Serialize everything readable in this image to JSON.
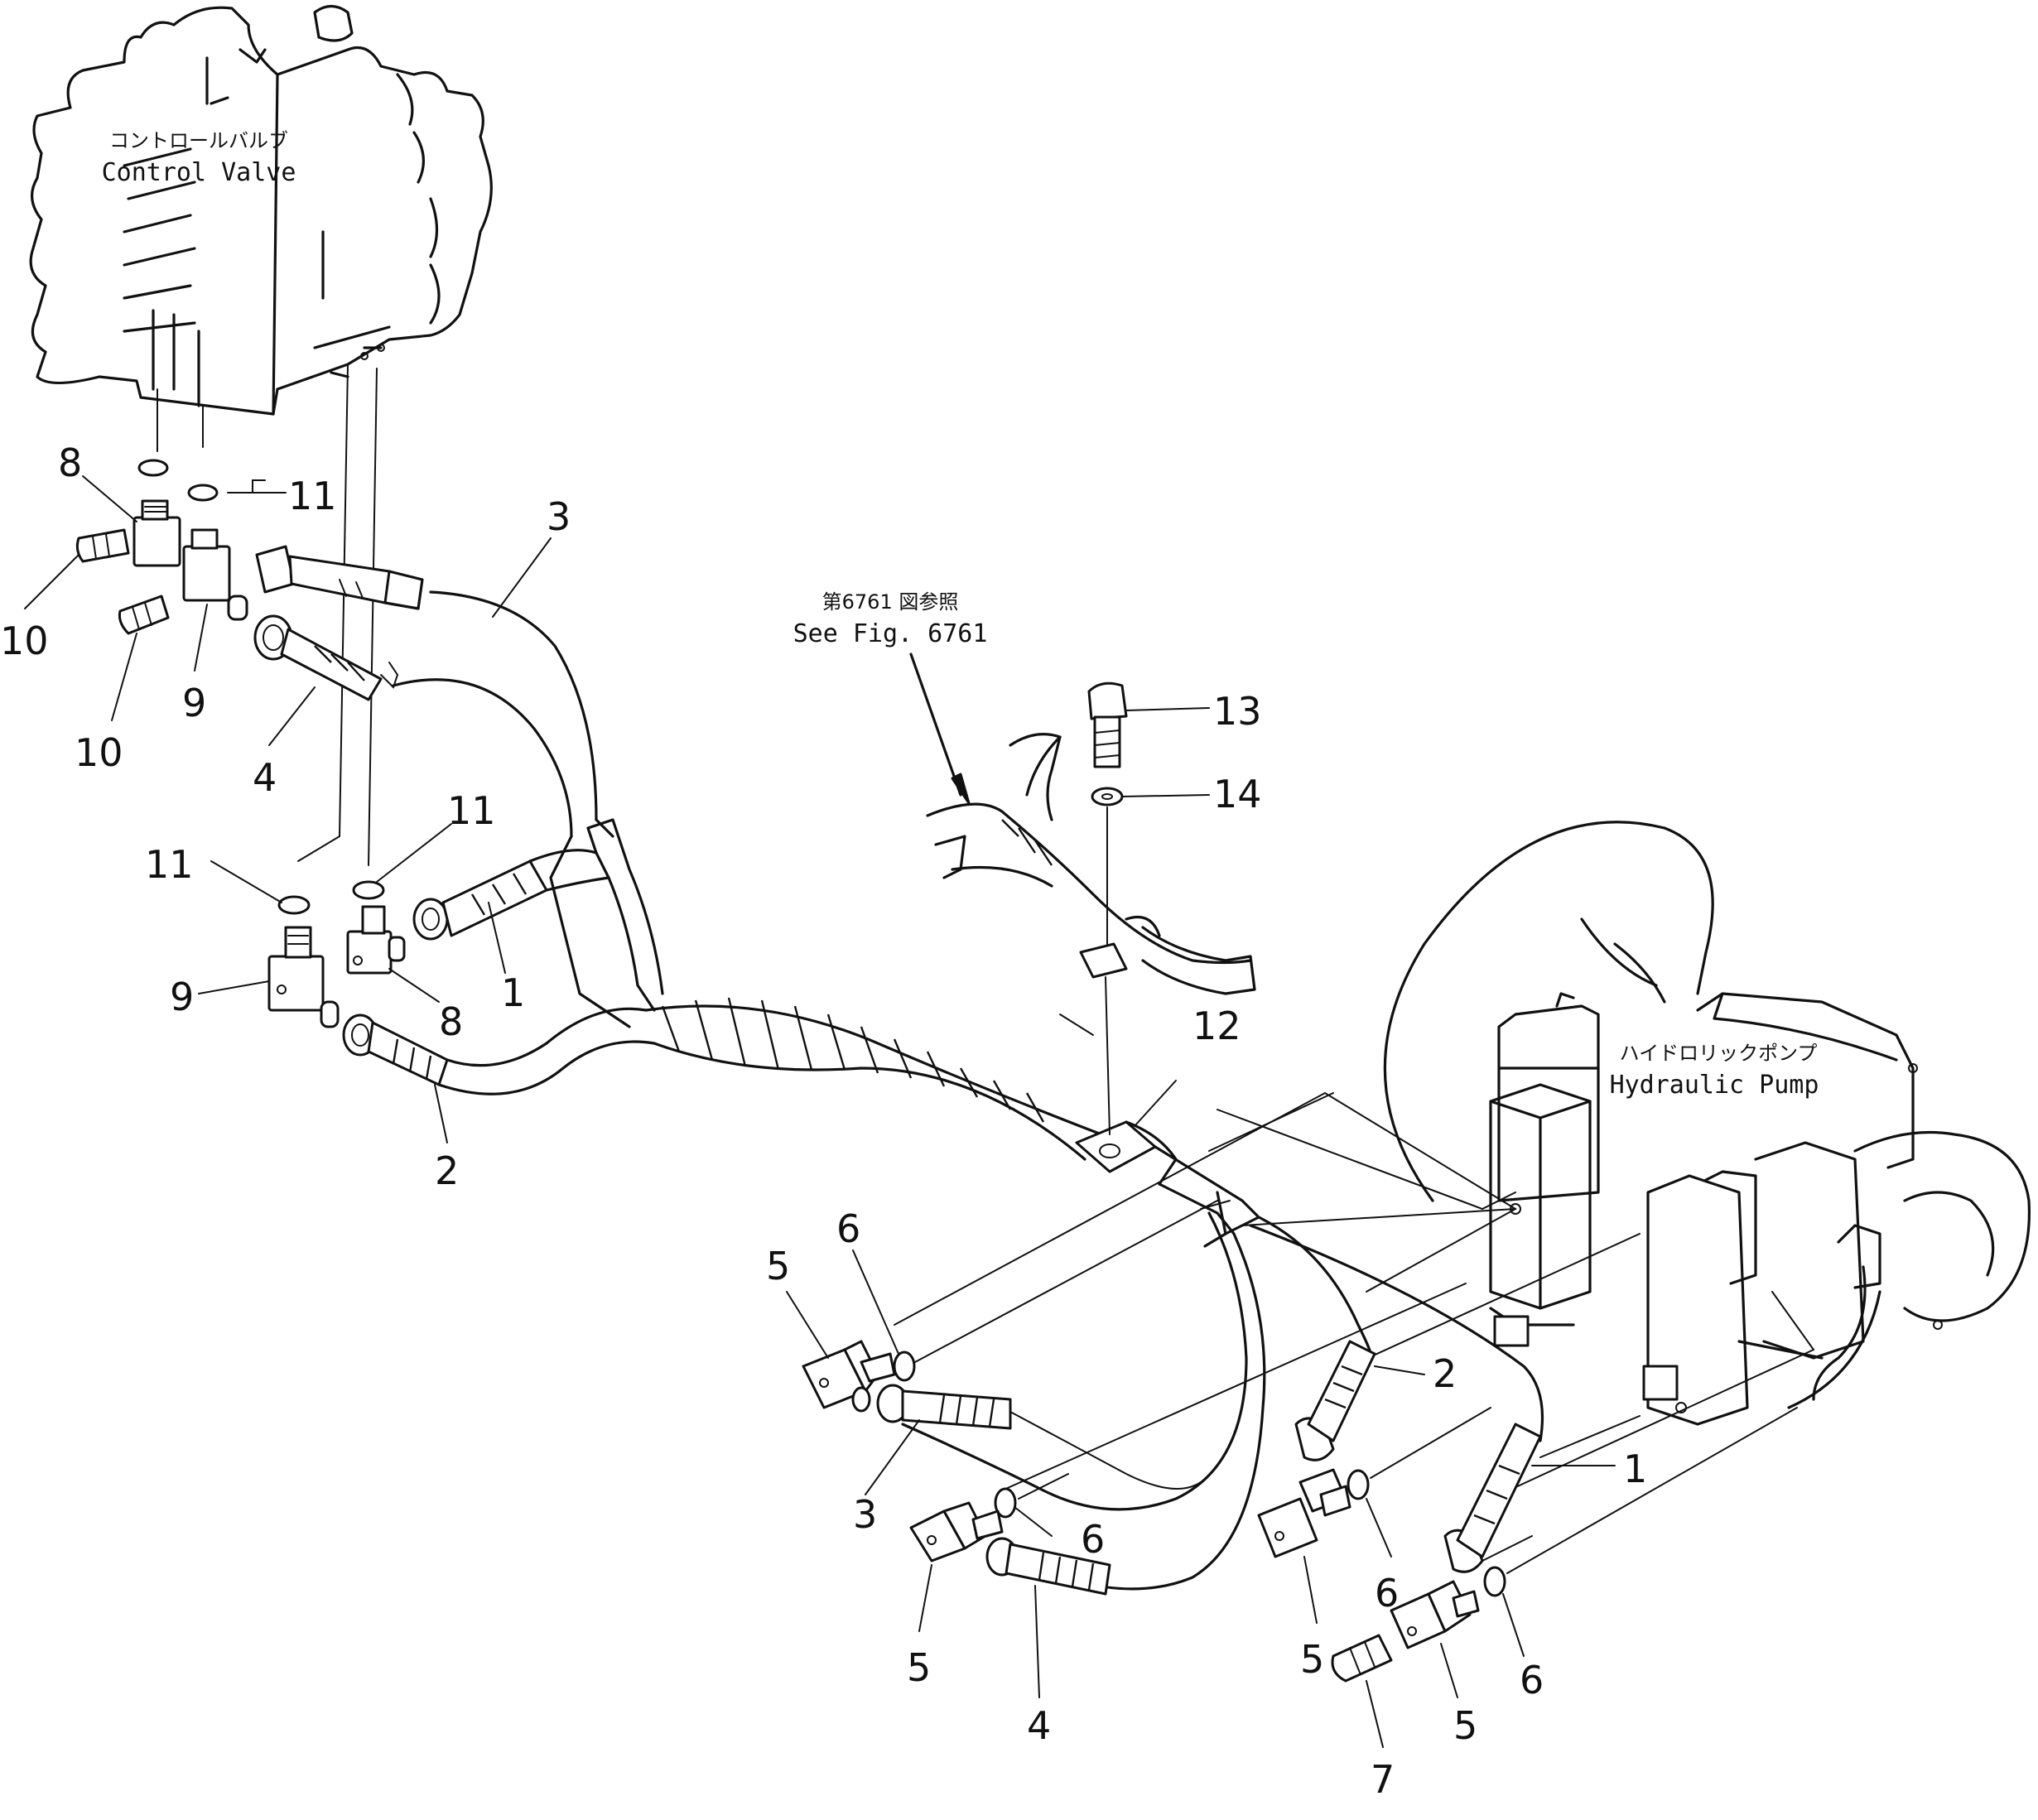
{
  "labels": {
    "control_valve_jp": "コントロールバルブ",
    "control_valve_en": "Control  Valve",
    "ref_jp": "第6761 図参照",
    "ref_en": "See Fig. 6761",
    "pump_jp": "ハイドロリックポンプ",
    "pump_en": "Hydraulic  Pump"
  },
  "callouts": [
    {
      "id": "c-8a",
      "text": "8"
    },
    {
      "id": "c-11a",
      "text": "11"
    },
    {
      "id": "c-10a",
      "text": "10"
    },
    {
      "id": "c-10b",
      "text": "10"
    },
    {
      "id": "c-9a",
      "text": "9"
    },
    {
      "id": "c-4a",
      "text": "4"
    },
    {
      "id": "c-3a",
      "text": "3"
    },
    {
      "id": "c-11b",
      "text": "11"
    },
    {
      "id": "c-11c",
      "text": "11"
    },
    {
      "id": "c-9b",
      "text": "9"
    },
    {
      "id": "c-8b",
      "text": "8"
    },
    {
      "id": "c-1a",
      "text": "1"
    },
    {
      "id": "c-2a",
      "text": "2"
    },
    {
      "id": "c-13",
      "text": "13"
    },
    {
      "id": "c-14",
      "text": "14"
    },
    {
      "id": "c-12",
      "text": "12"
    },
    {
      "id": "c-6a",
      "text": "6"
    },
    {
      "id": "c-5a",
      "text": "5"
    },
    {
      "id": "c-3b",
      "text": "3"
    },
    {
      "id": "c-6b",
      "text": "6"
    },
    {
      "id": "c-5b",
      "text": "5"
    },
    {
      "id": "c-4b",
      "text": "4"
    },
    {
      "id": "c-2b",
      "text": "2"
    },
    {
      "id": "c-1b",
      "text": "1"
    },
    {
      "id": "c-6c",
      "text": "6"
    },
    {
      "id": "c-5c",
      "text": "5"
    },
    {
      "id": "c-6d",
      "text": "6"
    },
    {
      "id": "c-5d",
      "text": "5"
    },
    {
      "id": "c-7",
      "text": "7"
    }
  ]
}
